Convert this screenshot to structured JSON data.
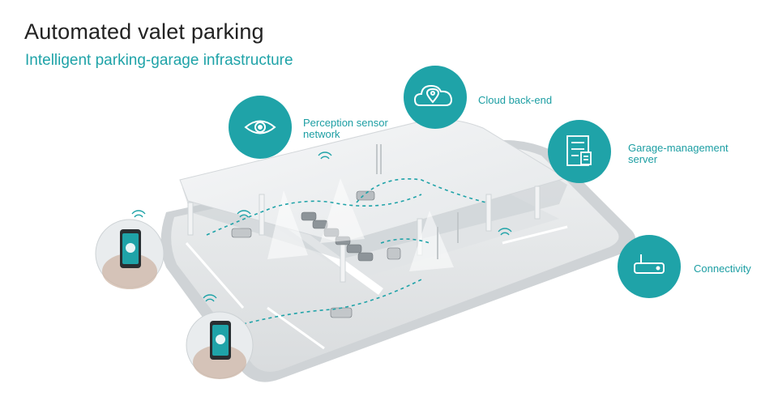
{
  "header": {
    "title": "Automated valet parking",
    "subtitle": "Intelligent parking-garage infrastructure"
  },
  "colors": {
    "accent": "#1fa3a8",
    "text_dark": "#222222",
    "garage_light": "#e7eaec",
    "garage_mid": "#d5d9dc"
  },
  "features": [
    {
      "id": "perception",
      "icon": "eye-icon",
      "label_line1": "Perception sensor",
      "label_line2": "network"
    },
    {
      "id": "cloud",
      "icon": "cloud-location-icon",
      "label_line1": "Cloud back-end",
      "label_line2": ""
    },
    {
      "id": "server",
      "icon": "server-document-icon",
      "label_line1": "Garage-management",
      "label_line2": "server"
    },
    {
      "id": "connectivity",
      "icon": "router-icon",
      "label_line1": "Connectivity",
      "label_line2": ""
    }
  ],
  "phones": [
    {
      "id": "phone-1",
      "icon": "smartphone-icon"
    },
    {
      "id": "phone-2",
      "icon": "smartphone-icon"
    }
  ]
}
